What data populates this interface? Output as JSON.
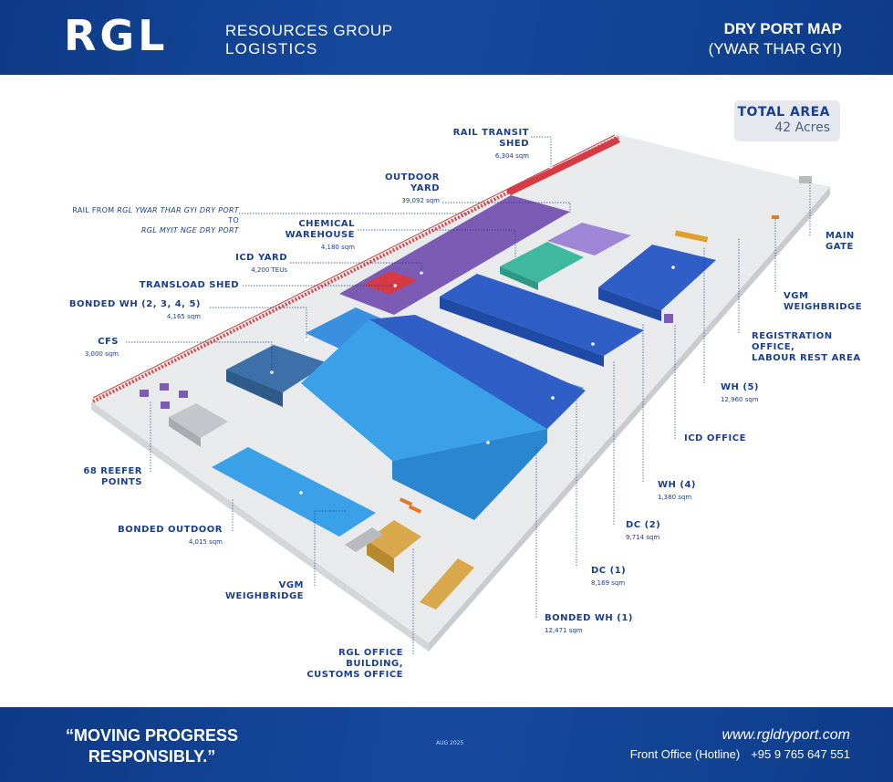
{
  "header": {
    "logo": "RGL",
    "company_line1": "RESOURCES GROUP",
    "company_line2": "LOGISTICS",
    "title": "DRY PORT MAP",
    "subtitle": "(YWAR THAR GYI)"
  },
  "total_area": {
    "title": "TOTAL AREA",
    "value": "42 Acres"
  },
  "rail_note": {
    "prefix": "RAIL FROM ",
    "italic1": "RGL YWAR THAR GYI DRY PORT",
    "mid": " TO",
    "italic2": "RGL MYIT NGE DRY PORT"
  },
  "labels": {
    "rail_transit_shed": {
      "name1": "RAIL TRANSIT",
      "name2": "SHED",
      "area": "6,304 sqm"
    },
    "outdoor_yard": {
      "name1": "OUTDOOR",
      "name2": "YARD",
      "area": "39,092 sqm"
    },
    "chemical_warehouse": {
      "name1": "CHEMICAL",
      "name2": "WAREHOUSE",
      "area": "4,180 sqm"
    },
    "icd_yard": {
      "name1": "ICD YARD",
      "area": "4,200 TEUs"
    },
    "transload_shed": {
      "name1": "TRANSLOAD SHED"
    },
    "bonded_wh_2345": {
      "name1": "BONDED WH (2, 3, 4, 5)",
      "area": "4,165 sqm"
    },
    "cfs": {
      "name1": "CFS",
      "area": "3,000 sqm"
    },
    "reefer": {
      "name1": "68 REEFER",
      "name2": "POINTS"
    },
    "bonded_outdoor": {
      "name1": "BONDED OUTDOOR",
      "area": "4,015 sqm"
    },
    "vgm_left": {
      "name1": "VGM",
      "name2": "WEIGHBRIDGE"
    },
    "rgl_office": {
      "name1": "RGL OFFICE",
      "name2": "BUILDING,",
      "name3": "CUSTOMS OFFICE"
    },
    "bonded_wh_1": {
      "name1": "BONDED WH (1)",
      "area": "12,471 sqm"
    },
    "dc1": {
      "name1": "DC (1)",
      "area": "8,169 sqm"
    },
    "dc2": {
      "name1": "DC (2)",
      "area": "9,714 sqm"
    },
    "wh4": {
      "name1": "WH (4)",
      "area": "1,380 sqm"
    },
    "icd_office": {
      "name1": "ICD OFFICE"
    },
    "wh5": {
      "name1": "WH (5)",
      "area": "12,960 sqm"
    },
    "registration": {
      "name1": "REGISTRATION",
      "name2": "OFFICE,",
      "name3": "LABOUR REST AREA"
    },
    "vgm_right": {
      "name1": "VGM",
      "name2": "WEIGHBRIDGE"
    },
    "main_gate": {
      "name1": "MAIN",
      "name2": "GATE"
    }
  },
  "footer": {
    "slogan_line1": "“MOVING PROGRESS",
    "slogan_line2": "RESPONSIBLY.”",
    "date": "AUG 2025",
    "website": "www.rgldryport.com",
    "hotline_label": "Front Office (Hotline)",
    "hotline_number": "+95 9  765 647 551"
  },
  "colors": {
    "header_blue": "#0f3f8c",
    "label_blue": "#1a3f8f",
    "building_blue": "#2f6fd1",
    "light_blue": "#3aa0e8",
    "purple_yard": "#7b5bb3",
    "teal": "#3fb8a0",
    "red_shed": "#d63a44",
    "orange": "#e07a2a",
    "tan_office": "#d9a84a",
    "ground": "#e9eaec"
  }
}
